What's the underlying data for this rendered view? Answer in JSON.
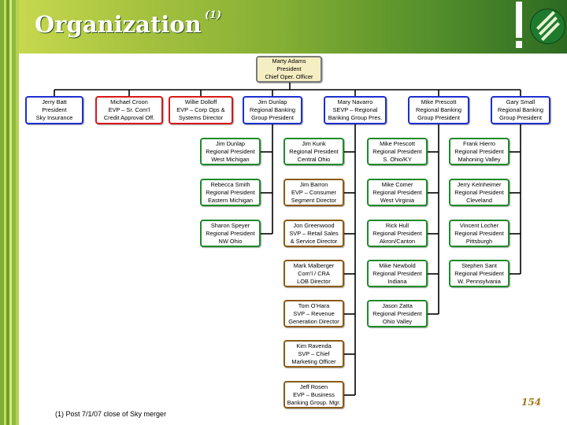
{
  "header": {
    "title": "Organization",
    "footnote_marker": "(1)"
  },
  "colors": {
    "executive": "#7a7a7a",
    "direct_report": "#d81818",
    "division_head": "#1c2fd0",
    "regional_president": "#1f8a2a",
    "functional_director": "#8a5a14"
  },
  "top": {
    "lines": [
      "Marty Adams",
      "President",
      "Chief Oper. Officer"
    ]
  },
  "direct_reports": [
    {
      "lines": [
        "Jerry Batt",
        "President",
        "Sky Insurance"
      ]
    },
    {
      "lines": [
        "Michael Croon",
        "EVP – Sr. Com’l",
        "Credit Approval Off."
      ]
    },
    {
      "lines": [
        "Willie Dolloff",
        "EVP – Corp Ops &",
        "Systems Director"
      ]
    },
    {
      "lines": [
        "Jim Dunlap",
        "Regional Banking",
        "Group President"
      ]
    },
    {
      "lines": [
        "Mary Navarro",
        "SEVP – Regional",
        "Banking Group Pres."
      ]
    },
    {
      "lines": [
        "Mike Prescott",
        "Regional Banking",
        "Group President"
      ]
    },
    {
      "lines": [
        "Gary Small",
        "Regional Banking",
        "Group President"
      ]
    }
  ],
  "col_dunlap": [
    {
      "lines": [
        "Jim Dunlap",
        "Regional President",
        "West Michigan"
      ]
    },
    {
      "lines": [
        "Rebecca Smith",
        "Regional President",
        "Eastern Michigan"
      ]
    },
    {
      "lines": [
        "Sharon Speyer",
        "Regional President",
        "NW Ohio"
      ]
    }
  ],
  "col_navarro": [
    {
      "lines": [
        "Jim Kunk",
        "Regional President",
        "Central Ohio"
      ]
    },
    {
      "lines": [
        "Jim Barron",
        "EVP – Consumer",
        "Segment Director"
      ]
    },
    {
      "lines": [
        "Jon Greenwood",
        "SVP – Retail Sales",
        "& Service Director"
      ]
    },
    {
      "lines": [
        "Mark Malberger",
        "Com’l / CRA",
        "LOB Director"
      ]
    },
    {
      "lines": [
        "Tom O’Hara",
        "SVP – Revenue",
        "Generation Director"
      ]
    },
    {
      "lines": [
        "Kim Ravenda",
        "SVP – Chief",
        "Marketing Officer"
      ]
    },
    {
      "lines": [
        "Jeff Rosen",
        "EVP – Business",
        "Banking Group. Mgr."
      ]
    }
  ],
  "col_prescott": [
    {
      "lines": [
        "Mike Prescott",
        "Regional President",
        "S. Ohio/KY"
      ]
    },
    {
      "lines": [
        "Mike Comer",
        "Regional President",
        "West Virginia"
      ]
    },
    {
      "lines": [
        "Rick Hull",
        "Regional President",
        "Akron/Canton"
      ]
    },
    {
      "lines": [
        "Mike Newbold",
        "Regional President",
        "Indiana"
      ]
    },
    {
      "lines": [
        "Jason Zatta",
        "Regional President",
        "Ohio Valley"
      ]
    }
  ],
  "col_small": [
    {
      "lines": [
        "Frank Hierro",
        "Regional President",
        "Mahoning Valley"
      ]
    },
    {
      "lines": [
        "Jerry Kelnheimer",
        "Regional President",
        "Cleveland"
      ]
    },
    {
      "lines": [
        "Vincent Locher",
        "Regional President",
        "Pittsburgh"
      ]
    },
    {
      "lines": [
        "Stephen Sant",
        "Regional President",
        "W. Pennsylvania"
      ]
    }
  ],
  "footnote": "(1) Post 7/1/07 close of Sky merger",
  "page_number": "154"
}
